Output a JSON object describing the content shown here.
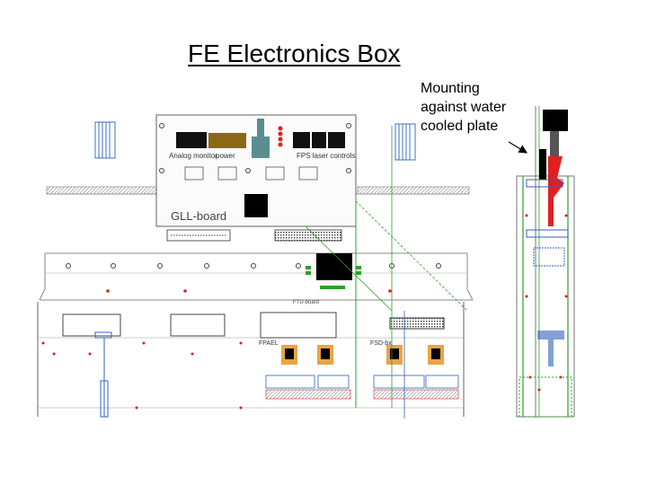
{
  "slide": {
    "title": "FE Electronics Box",
    "annotation_lines": [
      "Mounting",
      "against water",
      "cooled plate"
    ]
  },
  "board_labels": {
    "main_board": "GLL-board",
    "lower_board": "FTU-board",
    "left_connector": "FPAEL",
    "right_connector": "FSD-bx"
  },
  "colors": {
    "board_line": "#606060",
    "green_wire": "#2aa02a",
    "chip": "#000000",
    "connector_brown": "#8b6914",
    "teal_block": "#5a8f8f",
    "red_marker": "#e02020",
    "orange_pad": "#e8a640",
    "blue_element": "#3060c0"
  }
}
